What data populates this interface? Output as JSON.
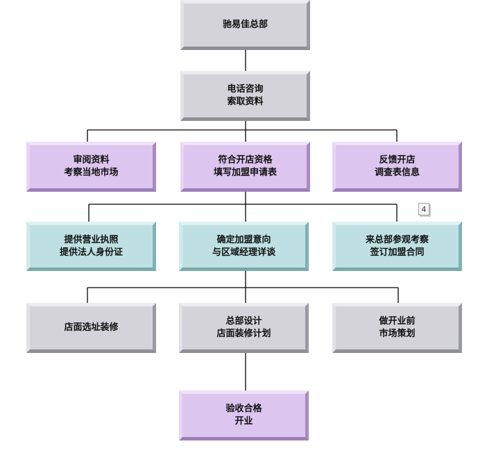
{
  "nodes": {
    "hq": {
      "lines": [
        "驰易佳总部"
      ]
    },
    "consult": {
      "lines": [
        "电话咨询",
        "索取资料"
      ]
    },
    "review": {
      "lines": [
        "审阅资料",
        "考察当地市场"
      ]
    },
    "qualify": {
      "lines": [
        "符合开店资格",
        "填写加盟申请表"
      ]
    },
    "feedback": {
      "lines": [
        "反馈开店",
        "调查表信息"
      ]
    },
    "license": {
      "lines": [
        "提供营业执照",
        "提供法人身份证"
      ]
    },
    "confirm": {
      "lines": [
        "确定加盟意向",
        "与区域经理详谈"
      ]
    },
    "visit": {
      "lines": [
        "来总部参观考察",
        "签订加盟合同"
      ]
    },
    "site": {
      "lines": [
        "店面选址装修"
      ]
    },
    "design": {
      "lines": [
        "总部设计",
        "店面装修计划"
      ]
    },
    "plan": {
      "lines": [
        "做开业前",
        "市场策划"
      ]
    },
    "open": {
      "lines": [
        "验收合格",
        "开业"
      ]
    }
  },
  "badge": "4",
  "colors": {
    "gray": "#d3d3d9",
    "purple": "#dcc5ee",
    "teal": "#bfe0e2",
    "line": "#000000"
  }
}
